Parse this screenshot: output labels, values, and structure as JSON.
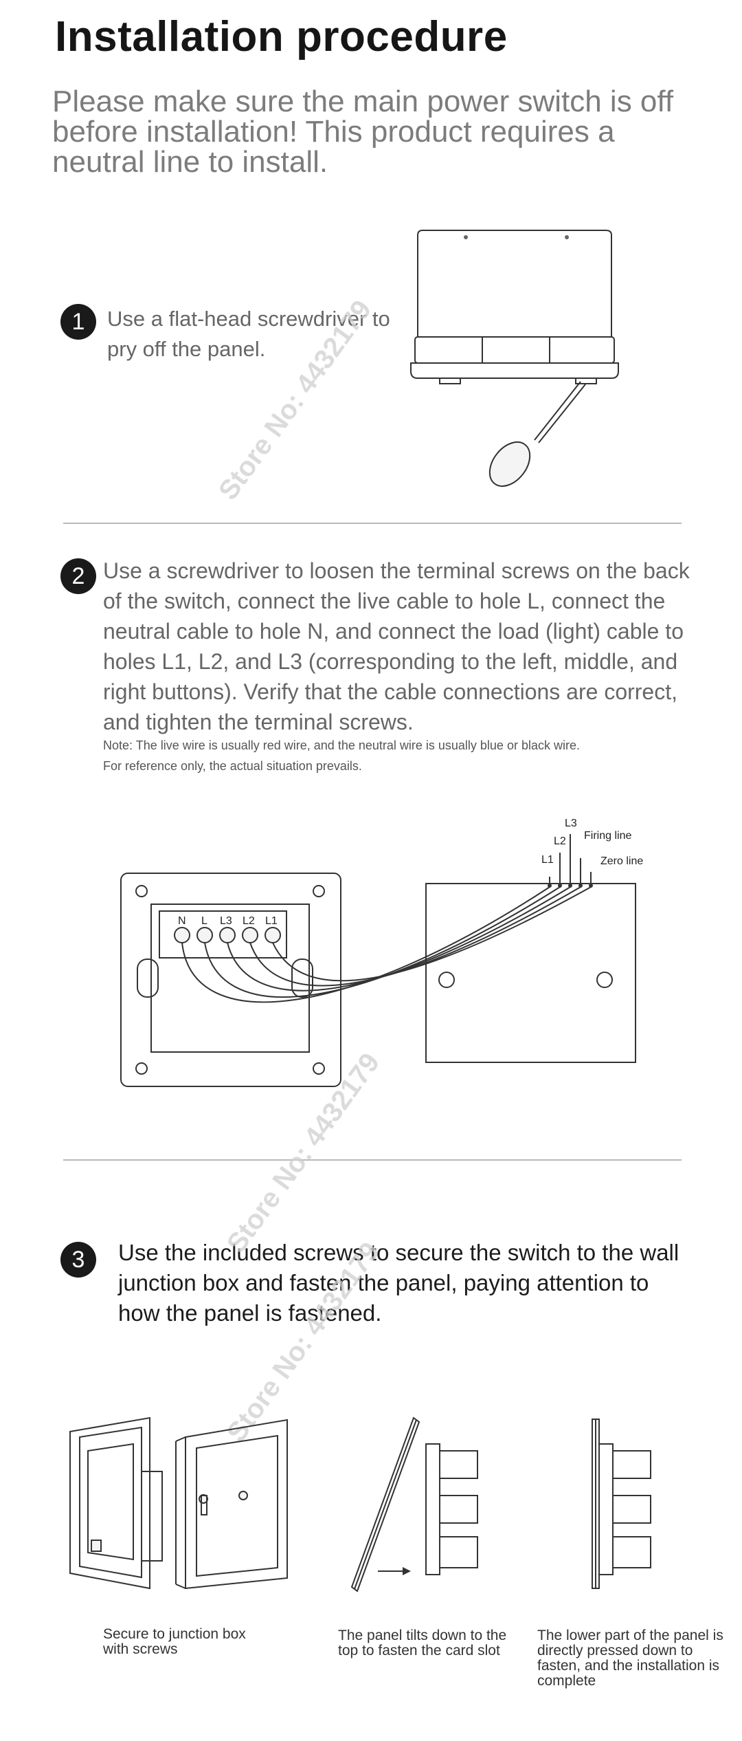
{
  "title": "Installation procedure",
  "intro": "Please make sure the main power switch is off before installation! This product requires a neutral line to install.",
  "steps": [
    {
      "number": "1",
      "text": "Use a flat-head screwdriver to pry off the panel."
    },
    {
      "number": "2",
      "text": "Use a screwdriver to loosen the terminal screws on the back of the switch, connect the live cable to hole L, connect the neutral cable to hole N, and connect the load (light) cable to holes L1, L2, and L3 (corresponding to the left, middle, and right buttons). Verify that the cable connections are correct, and tighten the terminal screws."
    },
    {
      "number": "3",
      "text": "Use the included screws to secure the switch to the wall junction box and fasten the panel, paying attention to how the panel is fastened."
    }
  ],
  "note": "Note: The live wire is usually red wire, and the neutral wire is usually blue or black wire. For reference only, the actual situation prevails.",
  "wiring": {
    "terminals": [
      "N",
      "L",
      "L3",
      "L2",
      "L1"
    ],
    "box_labels": {
      "l1": "L1",
      "l2": "L2",
      "l3": "L3",
      "firing": "Firing line",
      "zero": "Zero line"
    }
  },
  "captions": [
    "Secure to junction box with screws",
    "The panel tilts down to the top to fasten the card slot",
    "The lower part of the panel is directly pressed down to fasten, and the installation is complete"
  ],
  "watermark": "Store No: 4432179"
}
